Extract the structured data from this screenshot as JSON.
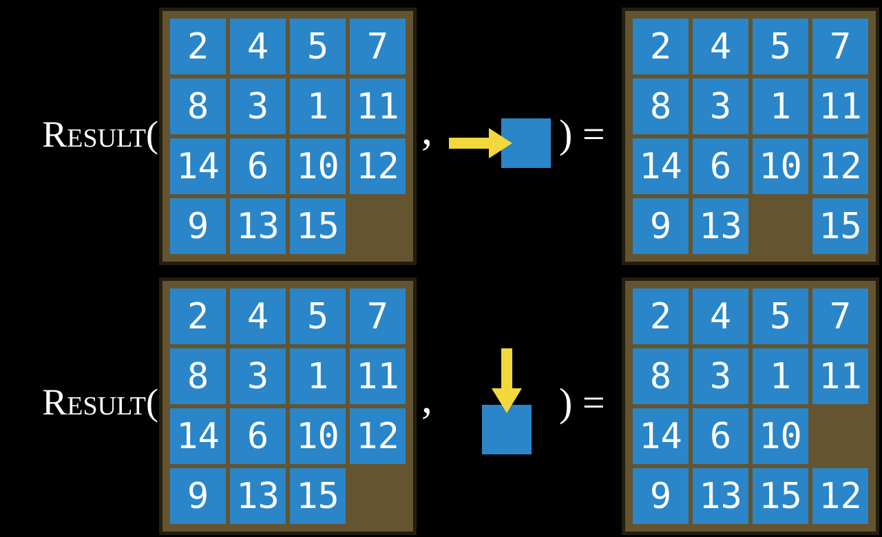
{
  "colors": {
    "background": "#000000",
    "tile_blue": "#2a86c8",
    "frame_brown": "#64542f",
    "frame_border": "#241e11",
    "arrow_yellow": "#f2d83a",
    "text_white": "#ffffff"
  },
  "examples": [
    {
      "function_label": "Result(",
      "comma": ",",
      "action_direction": "right",
      "close_label": ") =",
      "input_grid": [
        [
          "2",
          "4",
          "5",
          "7"
        ],
        [
          "8",
          "3",
          "1",
          "11"
        ],
        [
          "14",
          "6",
          "10",
          "12"
        ],
        [
          "9",
          "13",
          "15",
          ""
        ]
      ],
      "output_grid": [
        [
          "2",
          "4",
          "5",
          "7"
        ],
        [
          "8",
          "3",
          "1",
          "11"
        ],
        [
          "14",
          "6",
          "10",
          "12"
        ],
        [
          "9",
          "13",
          "",
          "15"
        ]
      ]
    },
    {
      "function_label": "Result(",
      "comma": ",",
      "action_direction": "down",
      "close_label": ") =",
      "input_grid": [
        [
          "2",
          "4",
          "5",
          "7"
        ],
        [
          "8",
          "3",
          "1",
          "11"
        ],
        [
          "14",
          "6",
          "10",
          "12"
        ],
        [
          "9",
          "13",
          "15",
          ""
        ]
      ],
      "output_grid": [
        [
          "2",
          "4",
          "5",
          "7"
        ],
        [
          "8",
          "3",
          "1",
          "11"
        ],
        [
          "14",
          "6",
          "10",
          ""
        ],
        [
          "9",
          "13",
          "15",
          "12"
        ]
      ]
    }
  ]
}
